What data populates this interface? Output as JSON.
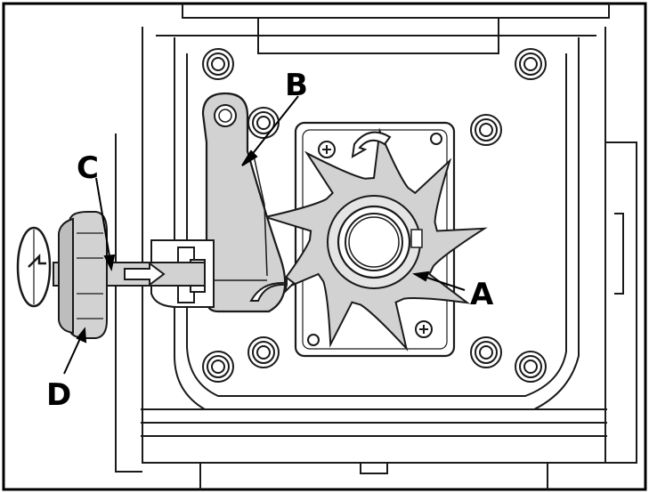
{
  "diagram": {
    "labels": {
      "a": "A",
      "b": "B",
      "c": "C",
      "d": "D"
    },
    "colors": {
      "line": "#1a1a1a",
      "part_fill": "#d2d2d2",
      "body_fill": "#ffffff",
      "shade": "#e4e4e4"
    }
  }
}
